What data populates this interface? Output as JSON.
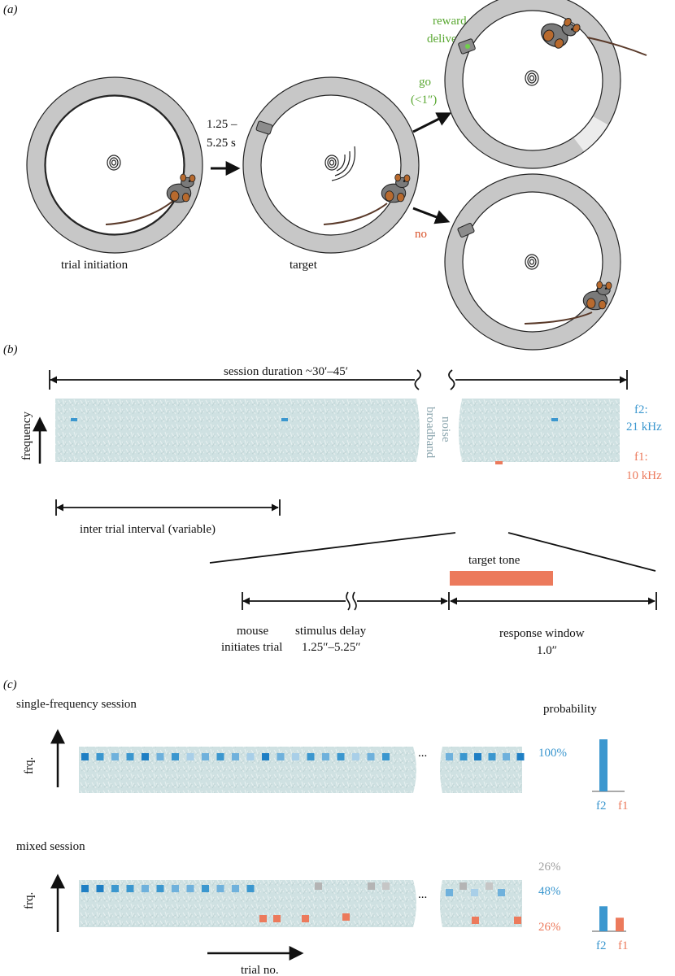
{
  "panel_a": {
    "label": "(a)",
    "trial_initiation": "trial initiation",
    "target": "target",
    "delay_line1": "1.25 –",
    "delay_line2": "5.25 s",
    "reward_line1": "reward",
    "reward_line2": "delivery",
    "go_line1": "go",
    "go_line2": "(<1″)",
    "no": "no"
  },
  "panel_b": {
    "label": "(b)",
    "session_duration": "session duration ~30′–45′",
    "frequency": "frequency",
    "broadband": "broadband",
    "noise": "noise",
    "f2_line1": "f2:",
    "f2_line2": "21 kHz",
    "f1_line1": "f1:",
    "f1_line2": "10 kHz",
    "inter_trial_interval": "inter trial interval (variable)",
    "target_tone": "target tone",
    "mouse_line1": "mouse",
    "mouse_line2": "initiates trial",
    "stimulus_delay_line1": "stimulus delay",
    "stimulus_delay_line2": "1.25″–5.25″",
    "response_window_line1": "response window",
    "response_window_line2": "1.0″"
  },
  "panel_c": {
    "label": "(c)",
    "single_title": "single-frequency session",
    "mixed_title": "mixed session",
    "probability": "probability",
    "frq": "frq.",
    "ellipsis": "...",
    "single_f2_pct": "100%",
    "mixed_grey_pct": "26%",
    "mixed_f2_pct": "48%",
    "mixed_f1_pct": "26%",
    "trial_no": "trial no.",
    "bar_single": {
      "f2": 100,
      "f1": 0
    },
    "bar_mixed": {
      "f2": 48,
      "f1": 26
    },
    "bar_label_f2": "f2",
    "bar_label_f1": "f1"
  },
  "colors": {
    "f2": "#3b97cf",
    "f1": "#ec7a5c",
    "catch": "#b4b4b4",
    "noise": "#cfe1e2",
    "go": "#5aa832",
    "no": "#d9532b"
  }
}
